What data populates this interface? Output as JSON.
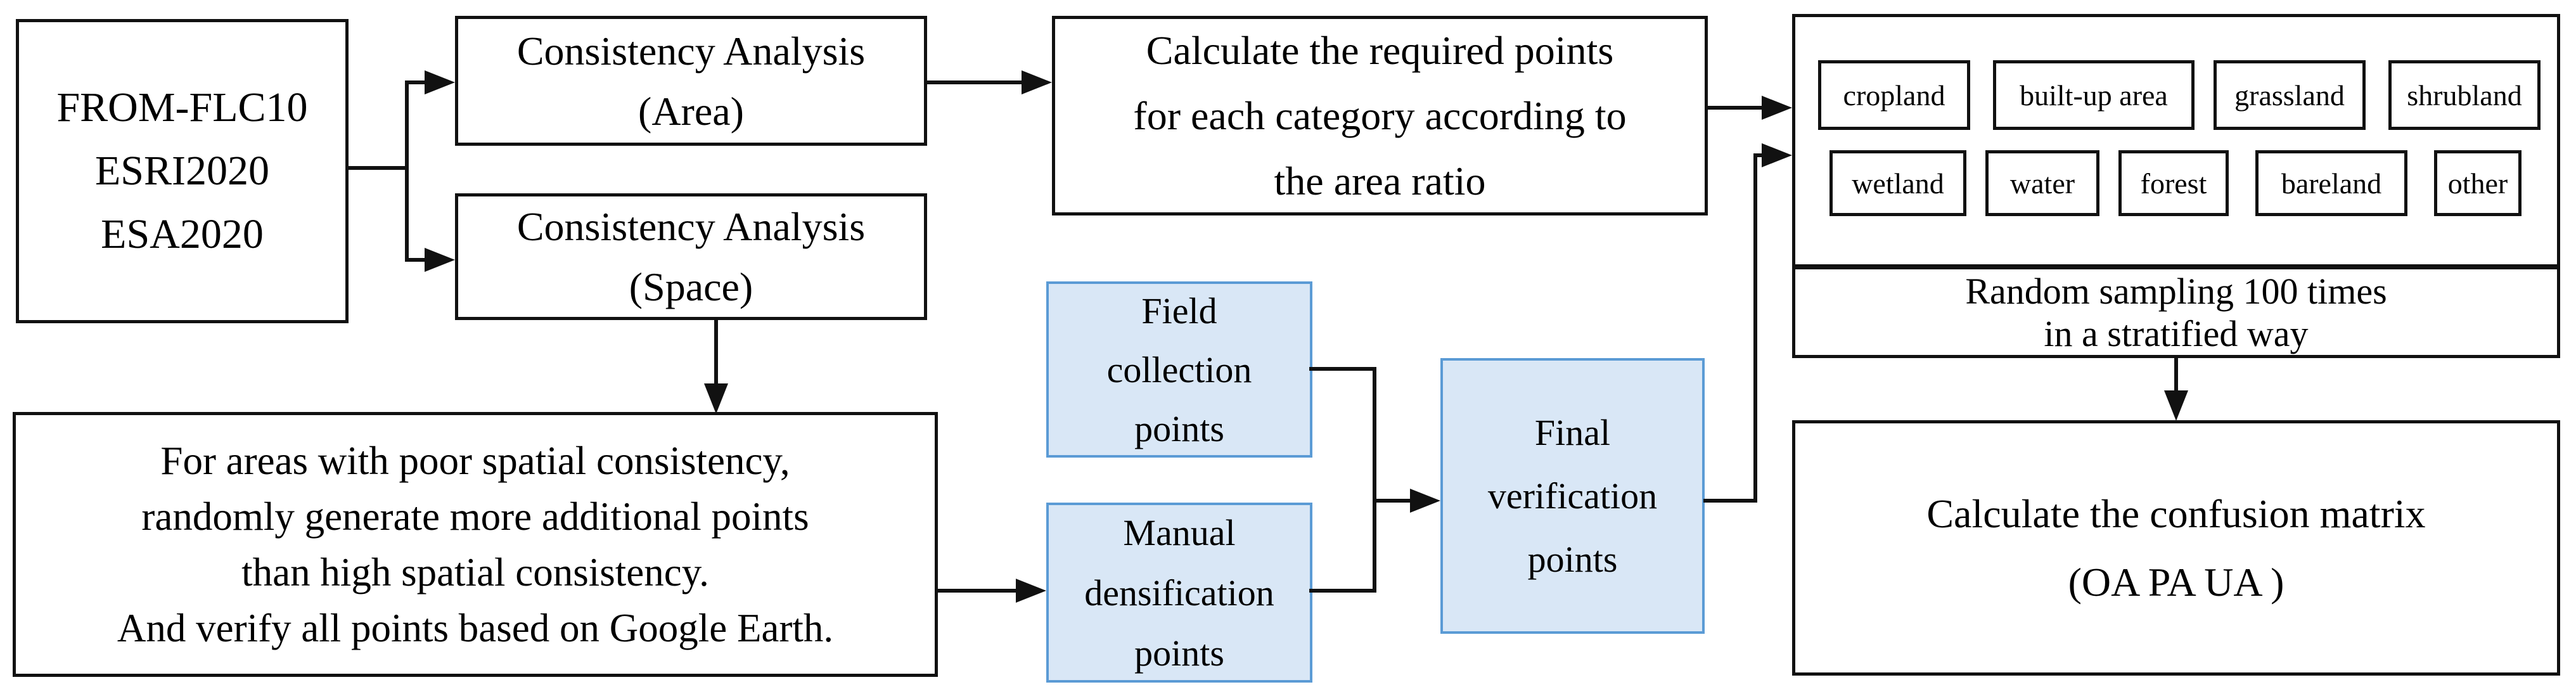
{
  "figure": {
    "type": "flowchart",
    "topic": "Verification points generation and accuracy assessment workflow"
  },
  "colors": {
    "background": "#ffffff",
    "box_border": "#111111",
    "line": "#111111",
    "blue_box_fill": "#d9e7f6",
    "blue_box_border": "#5b9bd5",
    "text": "#000000"
  },
  "boxes": {
    "sources": {
      "lines": [
        "FROM-FLC10",
        "ESRI2020",
        "ESA2020"
      ]
    },
    "area": {
      "lines": [
        "Consistency Analysis",
        "(Area)"
      ]
    },
    "space": {
      "lines": [
        "Consistency Analysis",
        "(Space)"
      ]
    },
    "calc": {
      "lines": [
        "Calculate the required points",
        "for each category according to",
        "the area ratio"
      ]
    },
    "categories": {
      "row1": [
        "cropland",
        "built-up area",
        "grassland",
        "shrubland"
      ],
      "row2": [
        "wetland",
        "water",
        "forest",
        "bareland",
        "other"
      ]
    },
    "sampling": {
      "lines": [
        "Random sampling 100 times",
        "in a stratified way"
      ]
    },
    "confusion": {
      "lines": [
        "Calculate the confusion matrix",
        "(OA PA UA )"
      ]
    },
    "note": {
      "lines": [
        "For areas with poor spatial consistency,",
        "randomly generate more additional points",
        "than high spatial consistency.",
        "And verify all points based on Google Earth."
      ]
    },
    "field": {
      "lines": [
        "Field",
        "collection",
        "points"
      ]
    },
    "manual": {
      "lines": [
        "Manual",
        "densification",
        "points"
      ]
    },
    "final": {
      "lines": [
        "Final",
        "verification",
        "points"
      ]
    }
  }
}
